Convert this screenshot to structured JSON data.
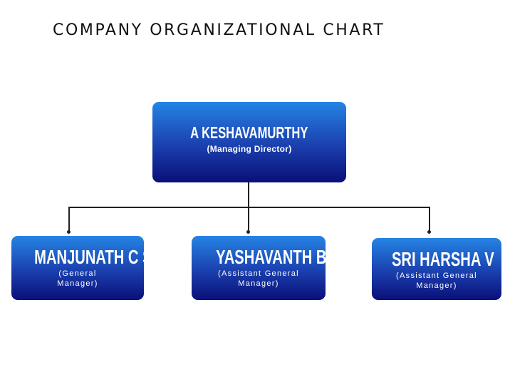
{
  "title": "COMPANY ORGANIZATIONAL CHART",
  "root": {
    "name": "A KESHAVAMURTHY",
    "role": "(Managing Director)"
  },
  "children": [
    {
      "name": "MANJUNATH C S",
      "role_line1": "(General",
      "role_line2": "Manager)"
    },
    {
      "name": "YASHAVANTH B H",
      "role_line1": "(Assistant General",
      "role_line2": "Manager)"
    },
    {
      "name": "SRI HARSHA V",
      "role_line1": "(Assistant General",
      "role_line2": "Manager)"
    }
  ],
  "colors": {
    "box_top": "#2584e4",
    "box_bottom": "#0a0f78",
    "line": "#222222"
  }
}
